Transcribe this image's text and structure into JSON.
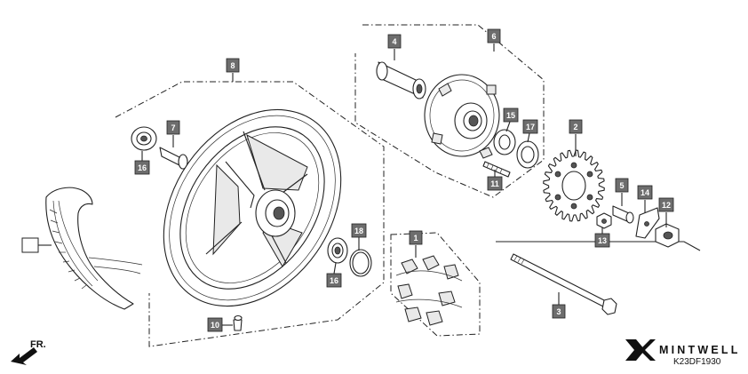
{
  "parts": [
    {
      "id": "p1",
      "label": "1"
    },
    {
      "id": "p2",
      "label": "2"
    },
    {
      "id": "p3",
      "label": "3"
    },
    {
      "id": "p4",
      "label": "4"
    },
    {
      "id": "p5",
      "label": "5"
    },
    {
      "id": "p6",
      "label": "6"
    },
    {
      "id": "p7",
      "label": "7"
    },
    {
      "id": "p8",
      "label": "8"
    },
    {
      "id": "p10",
      "label": "10"
    },
    {
      "id": "p11",
      "label": "11"
    },
    {
      "id": "p12",
      "label": "12"
    },
    {
      "id": "p13",
      "label": "13"
    },
    {
      "id": "p14",
      "label": "14"
    },
    {
      "id": "p15",
      "label": "15"
    },
    {
      "id": "p16a",
      "label": "16"
    },
    {
      "id": "p16b",
      "label": "16"
    },
    {
      "id": "p17",
      "label": "17"
    },
    {
      "id": "p18",
      "label": "18"
    }
  ],
  "direction": {
    "label": "FR."
  },
  "brand": {
    "name": "MINTWELL",
    "code": "K23DF1930"
  },
  "icons": {
    "logo": "mintwell-logo-icon",
    "arrow": "front-direction-arrow-icon"
  }
}
